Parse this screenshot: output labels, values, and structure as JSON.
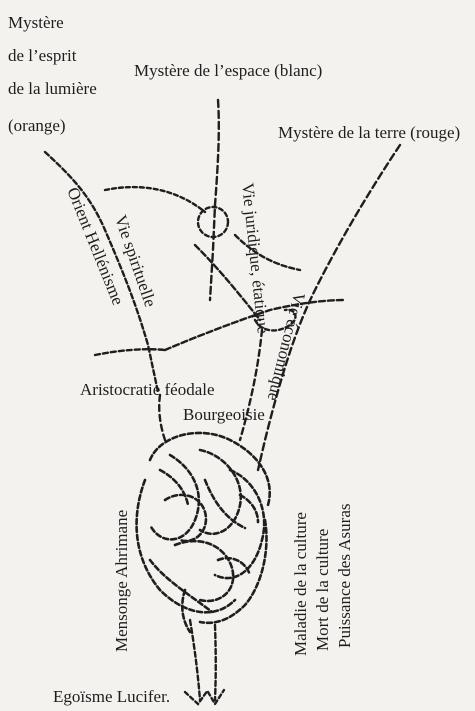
{
  "labels": {
    "mystere_esprit_1": "Mystère",
    "mystere_esprit_2": "de l’esprit",
    "mystere_esprit_3": "de la lumière",
    "mystere_esprit_4": "(orange)",
    "mystere_espace": "Mystère de l’espace (blanc)",
    "mystere_terre": "Mystère de la terre (rouge)",
    "orient_hellenisme": "Orient Hellénisme",
    "vie_spirituelle": "Vie spirituelle",
    "vie_juridique": "Vie juridique, étatique",
    "vie_economique": "Vie économique",
    "aristocratie": "Aristocratie féodale",
    "bourgeoisie": "Bourgeoisie",
    "mensonge": "Mensonge Ahrimane",
    "maladie": "Maladie de la culture",
    "mort": "Mort de la culture",
    "puissance": "Puissance des Asuras",
    "egoisme": "Egoïsme Lucifer."
  },
  "colors": {
    "ink": "#1e1e1e",
    "paper": "#f3f2ee"
  }
}
